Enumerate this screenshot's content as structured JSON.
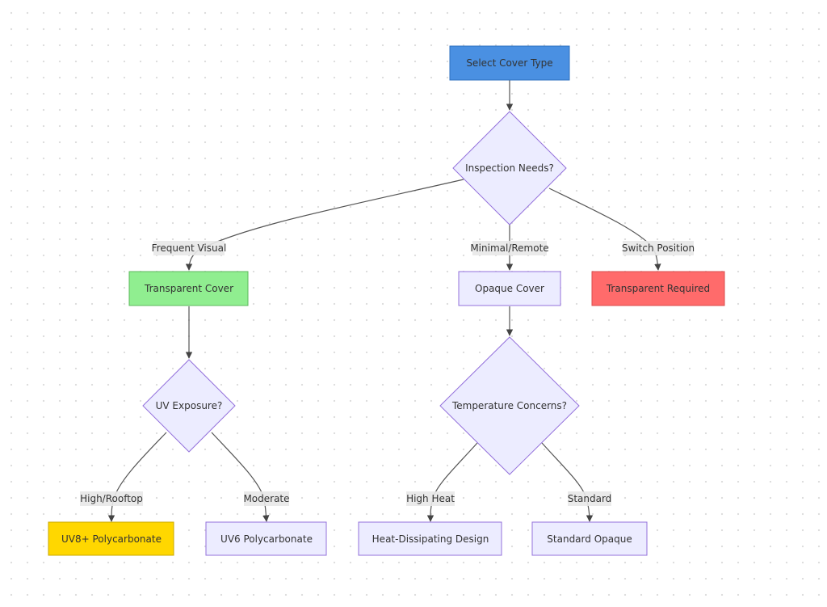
{
  "colors": {
    "default_fill": "#ececff",
    "default_stroke": "#9370db",
    "start_fill": "#4a90e2",
    "start_stroke": "#2c6fbf",
    "green_fill": "#90ee90",
    "green_stroke": "#5cb85c",
    "red_fill": "#ff6b6b",
    "red_stroke": "#d94c4c",
    "yellow_fill": "#ffd700",
    "yellow_stroke": "#c9a800",
    "edge": "#555555"
  },
  "nodes": {
    "select_cover_type": "Select Cover Type",
    "inspection_needs": "Inspection Needs?",
    "transparent_cover": "Transparent Cover",
    "opaque_cover": "Opaque Cover",
    "transparent_required": "Transparent Required",
    "uv_exposure": "UV Exposure?",
    "temperature_concerns": "Temperature Concerns?",
    "uv8_polycarbonate": "UV8+ Polycarbonate",
    "uv6_polycarbonate": "UV6 Polycarbonate",
    "heat_dissipating_design": "Heat-Dissipating Design",
    "standard_opaque": "Standard Opaque"
  },
  "edge_labels": {
    "frequent_visual": "Frequent Visual",
    "minimal_remote": "Minimal/Remote",
    "switch_position": "Switch Position",
    "high_rooftop": "High/Rooftop",
    "moderate": "Moderate",
    "high_heat": "High Heat",
    "standard": "Standard"
  }
}
